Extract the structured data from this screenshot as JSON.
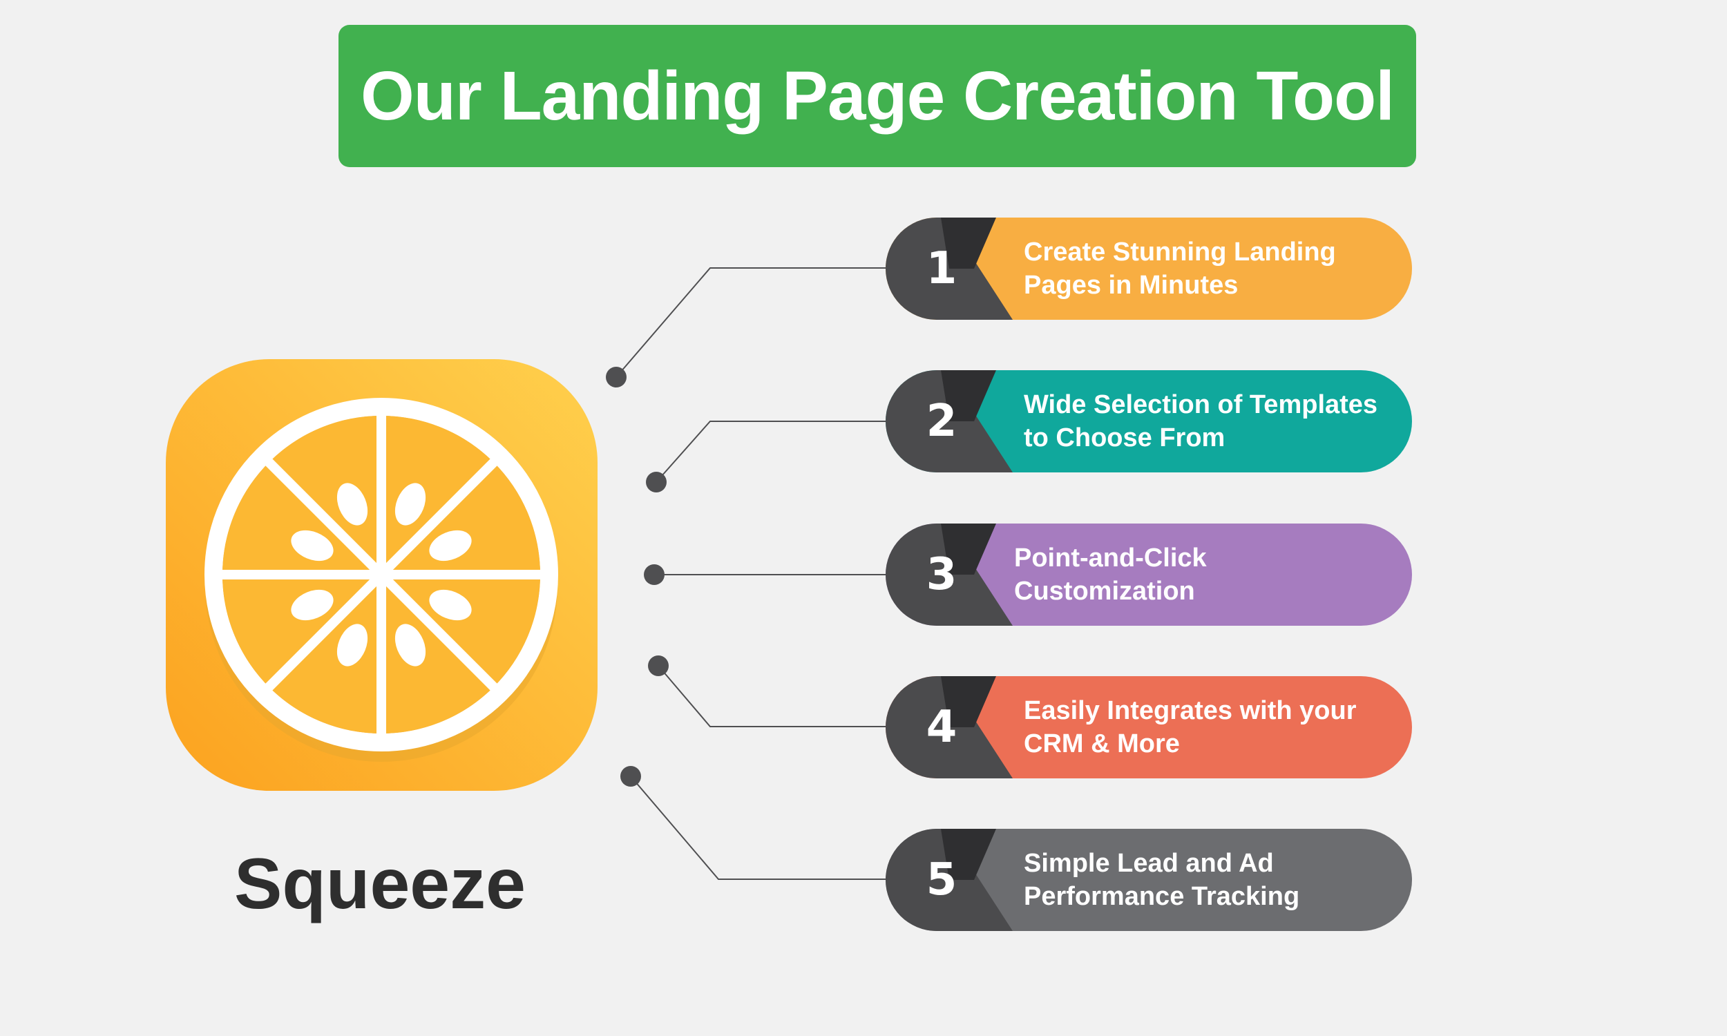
{
  "title": "Our Landing Page Creation Tool",
  "brand": {
    "name": "Squeeze"
  },
  "features": [
    {
      "number": "1",
      "text": "Create Stunning Landing Pages in Minutes",
      "color": "#f8ae42"
    },
    {
      "number": "2",
      "text": "Wide Selection of Templates to Choose From",
      "color": "#10a89c"
    },
    {
      "number": "3",
      "text": "Point-and-Click Customization",
      "color": "#a67cbf"
    },
    {
      "number": "4",
      "text": "Easily Integrates with your CRM & More",
      "color": "#ec6f55"
    },
    {
      "number": "5",
      "text": "Simple Lead and Ad Performance Tracking",
      "color": "#6c6d70"
    }
  ],
  "colors": {
    "banner": "#41b14f",
    "icon_orange": "#fbb331",
    "connector": "#4f4f51"
  }
}
